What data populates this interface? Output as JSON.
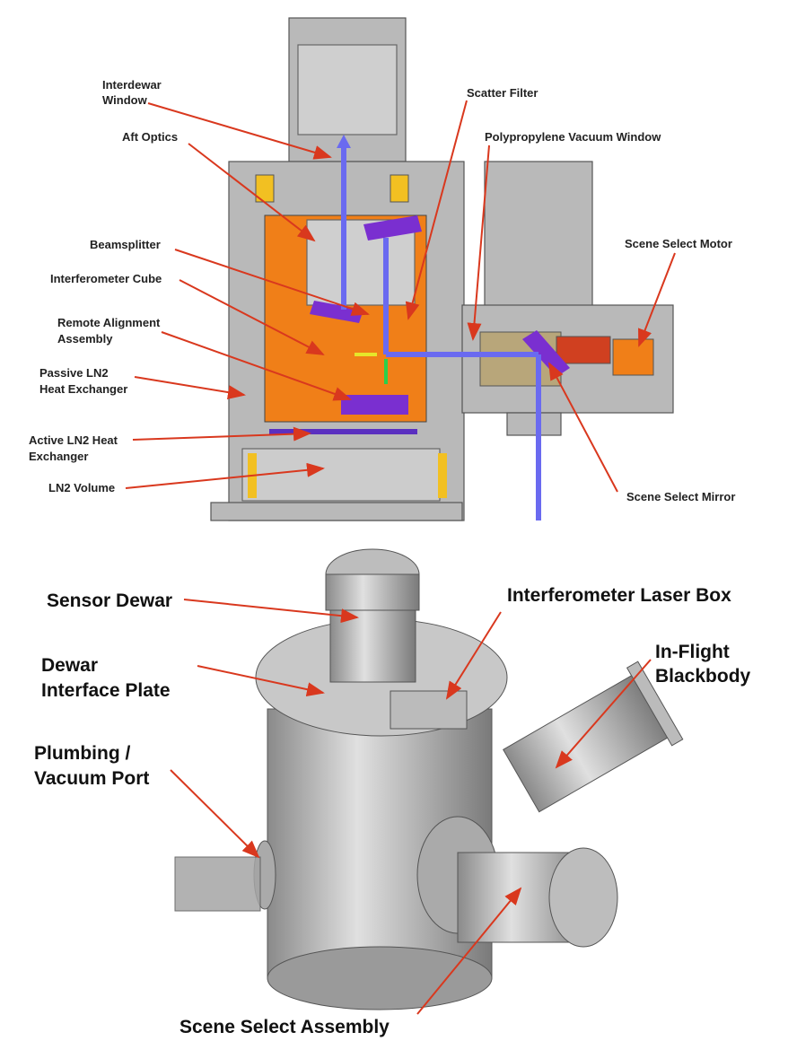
{
  "top_labels": {
    "interdewar_window": [
      "Interdewar",
      "Window"
    ],
    "aft_optics": "Aft Optics",
    "beamsplitter": "Beamsplitter",
    "interferometer_cube": "Interferometer Cube",
    "remote_alignment": [
      "Remote Alignment",
      "Assembly"
    ],
    "passive_ln2": [
      "Passive LN2",
      "Heat Exchanger"
    ],
    "active_ln2": [
      "Active LN2 Heat",
      "Exchanger"
    ],
    "ln2_volume": "LN2 Volume",
    "scatter_filter": "Scatter Filter",
    "polypropylene_window": "Polypropylene Vacuum Window",
    "scene_select_motor": "Scene Select Motor",
    "scene_select_mirror": "Scene Select Mirror"
  },
  "bottom_labels": {
    "sensor_dewar": "Sensor Dewar",
    "laser_box": "Interferometer Laser Box",
    "dewar_interface_plate": [
      "Dewar",
      "Interface Plate"
    ],
    "blackbody": [
      "In-Flight",
      "Blackbody"
    ],
    "plumbing": [
      "Plumbing /",
      "Vacuum Port"
    ],
    "scene_select_assembly": "Scene Select Assembly"
  },
  "colors": {
    "orange": "#f07f18",
    "beam": "#6a6af0",
    "mirror": "#7a2fd0",
    "arrow": "#d9381e"
  }
}
